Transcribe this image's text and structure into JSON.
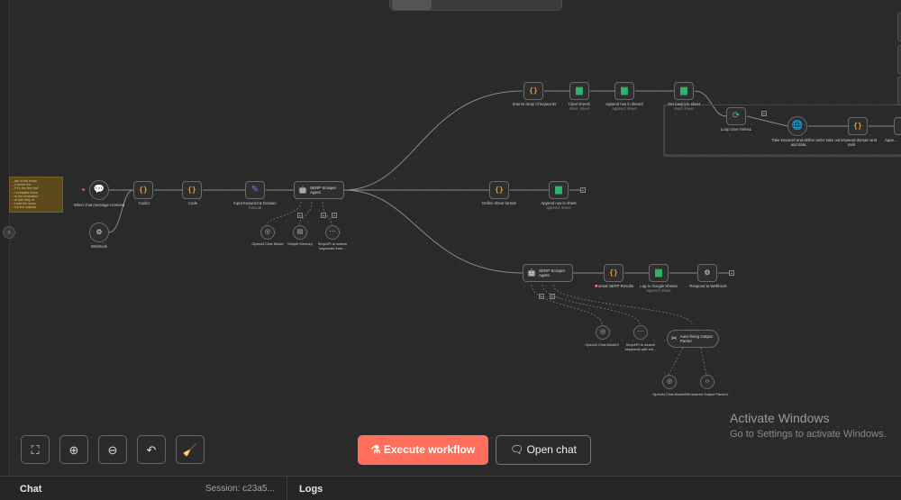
{
  "top_tabs": [
    "",
    "",
    ""
  ],
  "sticky_note": "...ate to the email.\n...ll derive the\n...ll it's the first half\n...l complete focus\n...to the evaluation\n...ol with help of\n...t add the down\n...ll in the outputs",
  "nodes": {
    "chat_trigger": {
      "label": "When chat message received",
      "icon": "chat-icon"
    },
    "webhook": {
      "label": "Webhook",
      "icon": "webhook-icon"
    },
    "code1": {
      "label": "Code1",
      "icon": "code-icon"
    },
    "code": {
      "label": "Code",
      "icon": "code-icon"
    },
    "input_keyword": {
      "label": "Input Keyword & Domain",
      "sub": "manual",
      "icon": "pencil-icon"
    },
    "serp_agent": {
      "label": "SERP Scraper Agent",
      "icon": "robot-icon"
    },
    "openai_chat_model": {
      "label": "OpenAI Chat Model"
    },
    "simple_memory": {
      "label": "Simple Memory"
    },
    "serpapi_1": {
      "label": "SerpAPI to search keywords from..."
    },
    "returns_array": {
      "label": "returns array of keywords"
    },
    "clear_sheet": {
      "label": "Clear sheet1",
      "sub": "clear: sheet"
    },
    "append_row2": {
      "label": "Append row in sheet2",
      "sub": "append: sheet"
    },
    "get_rows": {
      "label": "Get row(s) in sheet",
      "sub": "read: sheet"
    },
    "loop_items": {
      "label": "Loop Over Items1"
    },
    "take_keyword": {
      "label": "Take keyword and define ranks and data"
    },
    "take_out": {
      "label": "take out keyword domain and rank"
    },
    "append_cut": {
      "label": "Appe..."
    },
    "define_sheet": {
      "label": "Define sheet format"
    },
    "append_row": {
      "label": "Append row in sheet",
      "sub": "append: sheet"
    },
    "serp_agent2": {
      "label": "SERP Scraper Agent",
      "icon": "robot-icon"
    },
    "format_serp": {
      "label": "Format SERP Results"
    },
    "log_sheets": {
      "label": "Log to Google Sheets",
      "sub": "append: sheet"
    },
    "respond_webhook": {
      "label": "Respond to Webhook"
    },
    "openai_chat_model3": {
      "label": "OpenAI Chat Model3"
    },
    "serpapi_2": {
      "label": "SerpAPI to search keywords with wh..."
    },
    "autofixing": {
      "label": "Auto-fixing Output Parser"
    },
    "openai_chat_model5": {
      "label": "OpenAI Chat Model5"
    },
    "structured_parser": {
      "label": "Structured Output Parser1"
    }
  },
  "toolbar": {
    "fit_view": "fit-view-icon",
    "zoom_in": "zoom-in-icon",
    "zoom_out": "zoom-out-icon",
    "undo": "undo-icon",
    "tidy": "broom-icon"
  },
  "execute_button": "Execute workflow",
  "open_chat_button": "Open chat",
  "activate": {
    "title": "Activate Windows",
    "subtitle": "Go to Settings to activate Windows."
  },
  "bottom": {
    "chat_label": "Chat",
    "session_label": "Session: c23a5...",
    "logs_label": "Logs"
  },
  "colors": {
    "accent": "#ff6f5c",
    "canvas": "#2a2a2a",
    "code_icon": "#e89a3c",
    "sheet_icon": "#2fb36a"
  }
}
